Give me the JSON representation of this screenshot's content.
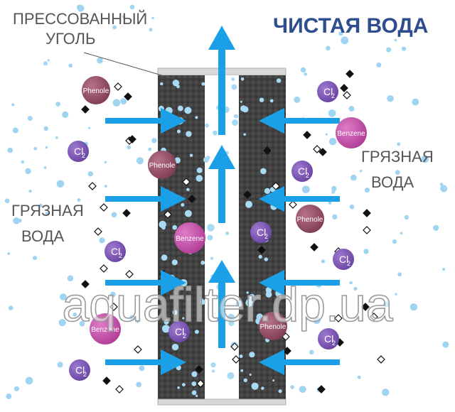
{
  "labels": {
    "pressed_carbon_line1": "ПРЕССОВАННЫЙ",
    "pressed_carbon_line2": "УГОЛЬ",
    "clean_water": "ЧИСТАЯ ВОДА",
    "dirty_water_right_line1": "ГРЯЗНАЯ",
    "dirty_water_right_line2": "ВОДА",
    "dirty_water_left_line1": "ГРЯЗНАЯ",
    "dirty_water_left_line2": "ВОДА",
    "watermark": "aquafilter.dp.ua"
  },
  "molecules": {
    "phenole": "Phenole",
    "benzene": "Benzene",
    "chlorine": "Cl",
    "chlorine_sub": "2"
  },
  "colors": {
    "flow_arrow": "#1aa0e6",
    "phenole": "#8f4a63",
    "benzene": "#c64fa9",
    "chlorine": "#7a52b0",
    "clean_water_text": "#2d4d8e",
    "label_text": "#555555",
    "carbon": "#3a3a3a",
    "water_drop": "#9fd4f2"
  }
}
